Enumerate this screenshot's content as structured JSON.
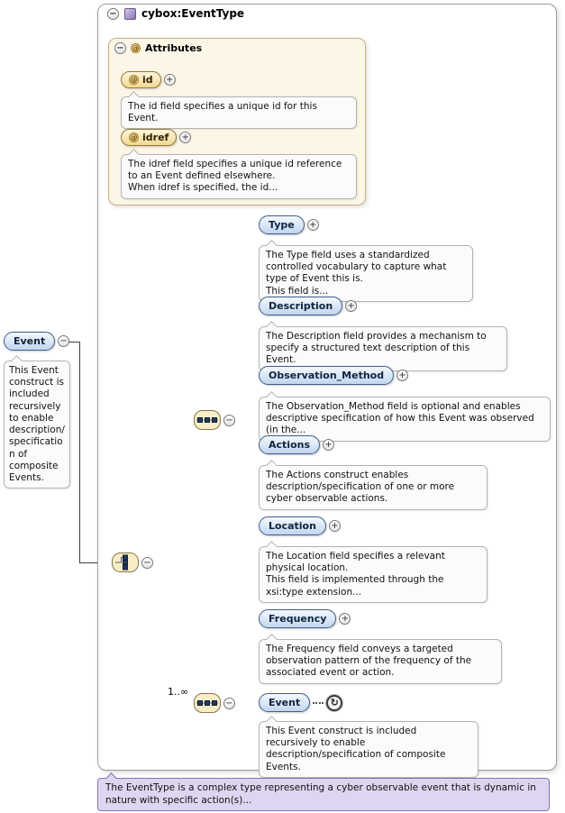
{
  "icons": {
    "collapse": "−",
    "expand": "+",
    "at": "@",
    "recursion": "↻"
  },
  "header": {
    "title": "cybox:EventType"
  },
  "attributes_section": {
    "label": "Attributes",
    "items": [
      {
        "name": "id",
        "desc": "The id field specifies a unique id for this Event."
      },
      {
        "name": "idref",
        "desc": "The idref field specifies a unique id reference to an Event defined elsewhere.\nWhen idref is specified, the id..."
      }
    ]
  },
  "root_element": {
    "label": "Event",
    "note": "This Event construct is included recursively to enable description/specification of composite Events."
  },
  "child_elements": [
    {
      "label": "Type",
      "desc": "The Type field uses a standardized controlled vocabulary to capture what type of Event this is.\nThis field is..."
    },
    {
      "label": "Description",
      "desc": "The Description field provides a mechanism to specify a structured text description of this Event."
    },
    {
      "label": "Observation_Method",
      "desc": "The Observation_Method field is optional and enables descriptive specification of how this Event was observed (in the..."
    },
    {
      "label": "Actions",
      "desc": "The Actions construct enables description/specification of one or more cyber observable actions."
    },
    {
      "label": "Location",
      "desc": "The Location field specifies a relevant physical location.\nThis field is implemented through the xsi:type extension..."
    },
    {
      "label": "Frequency",
      "desc": "The Frequency field conveys a targeted observation pattern of the frequency of the associated event or action."
    }
  ],
  "recursive_element": {
    "cardinality": "1..∞",
    "label": "Event",
    "desc": "This Event construct is included recursively to enable description/specification of composite Events."
  },
  "footer_note": "The EventType is a complex type representing a cyber observable event that is dynamic in nature with specific action(s)..."
}
